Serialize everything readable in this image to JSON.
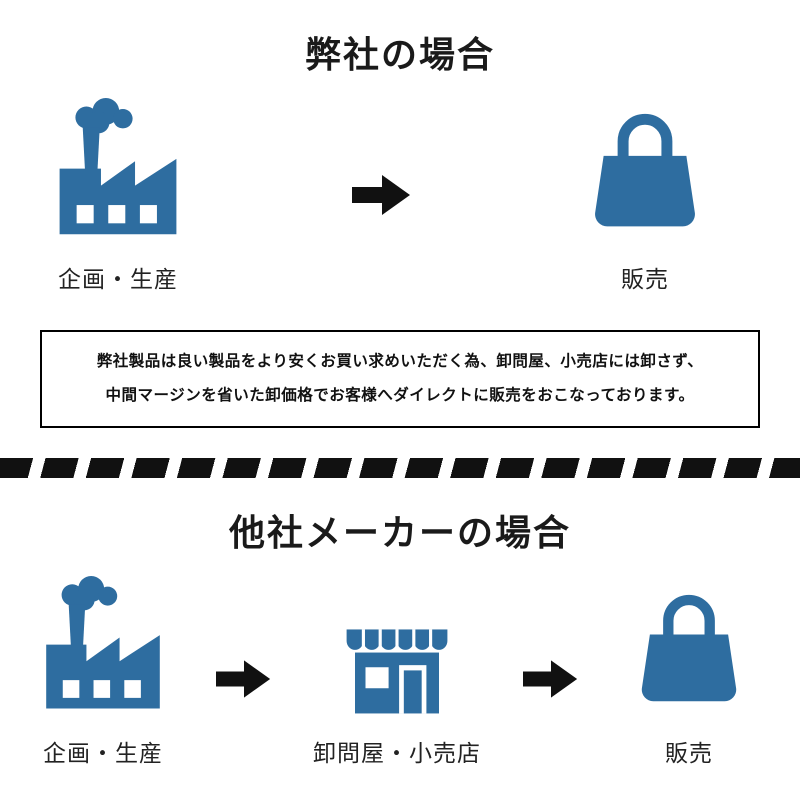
{
  "our_company": {
    "title": "弊社の場合",
    "steps": [
      {
        "icon": "factory-icon",
        "label": "企画・生産"
      },
      {
        "icon": "shopping-bag-icon",
        "label": "販売"
      }
    ],
    "note_lines": [
      "弊社製品は良い製品をより安くお買い求めいただく為、卸問屋、小売店には卸さず、",
      "中間マージンを省いた卸価格でお客様へダイレクトに販売をおこなっております。"
    ]
  },
  "other_makers": {
    "title": "他社メーカーの場合",
    "steps": [
      {
        "icon": "factory-icon",
        "label": "企画・生産"
      },
      {
        "icon": "storefront-icon",
        "label": "卸問屋・小売店"
      },
      {
        "icon": "shopping-bag-icon",
        "label": "販売"
      }
    ]
  },
  "colors": {
    "icon_blue": "#2e6da0",
    "arrow_black": "#111111",
    "divider_black": "#151515"
  }
}
